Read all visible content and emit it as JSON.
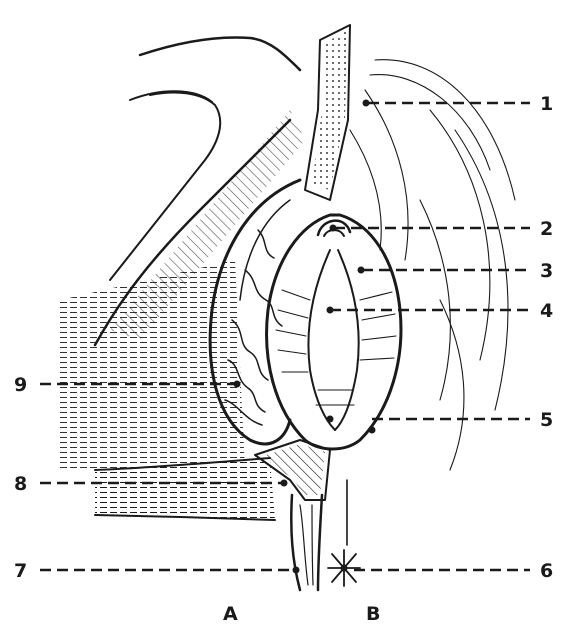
{
  "labels": {
    "l1": "1",
    "l2": "2",
    "l3": "3",
    "l4": "4",
    "l5": "5",
    "l6": "6",
    "l7": "7",
    "l8": "8",
    "l9": "9",
    "a": "A",
    "b": "B"
  }
}
